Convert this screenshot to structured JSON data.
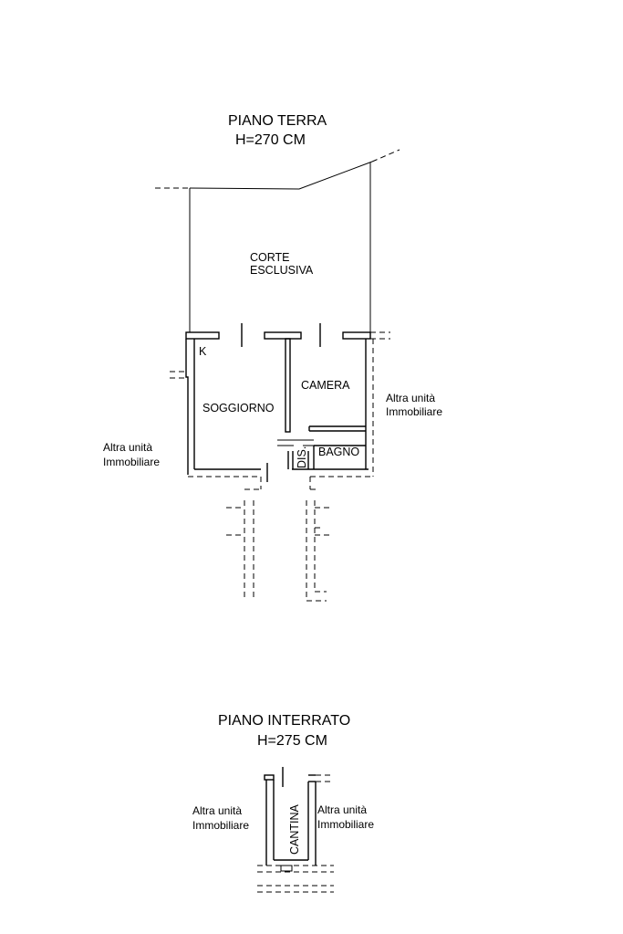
{
  "ground_floor": {
    "title": "PIANO TERRA",
    "height": "H=270 CM",
    "rooms": {
      "court_line1": "CORTE",
      "court_line2": "ESCLUSIVA",
      "kitchen": "K",
      "living": "SOGGIORNO",
      "bedroom": "CAMERA",
      "bathroom": "BAGNO",
      "hallway": "DIS."
    },
    "neighbor_right_line1": "Altra unità",
    "neighbor_right_line2": "Immobiliare",
    "neighbor_left_line1": "Altra unità",
    "neighbor_left_line2": "Immobiliare"
  },
  "basement": {
    "title": "PIANO INTERRATO",
    "height": "H=275 CM",
    "rooms": {
      "cellar": "CANTINA"
    },
    "neighbor_left_line1": "Altra unità",
    "neighbor_left_line2": "Immobiliare",
    "neighbor_right_line1": "Altra unità",
    "neighbor_right_line2": "Immobiliare"
  }
}
